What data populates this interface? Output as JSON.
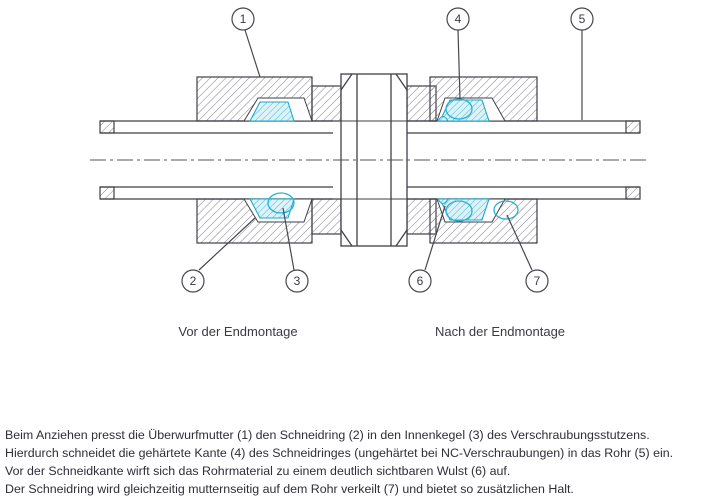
{
  "callouts": [
    "1",
    "2",
    "3",
    "4",
    "5",
    "6",
    "7"
  ],
  "stage_labels": {
    "before": "Vor der Endmontage",
    "after": "Nach der Endmontage"
  },
  "caption": {
    "lines": [
      "Beim Anziehen presst die Überwurfmutter (1) den Schneidring (2) in den Innenkegel (3) des Verschraubungsstutzens.",
      "Hierdurch schneidet die gehärtete Kante (4) des Schneidringes (ungehärtet bei NC-Verschraubungen) in das Rohr (5) ein.",
      "Vor der Schneidkante wirft sich das Rohrmaterial zu einem deutlich sichtbaren Wulst (6) auf.",
      "Der Schneidring wird gleichzeitig mutternseitig auf dem Rohr verkeilt (7) und bietet so zusätzlichen Halt."
    ]
  },
  "colors": {
    "highlight": "#29b0d4",
    "line": "#3f3f47"
  }
}
